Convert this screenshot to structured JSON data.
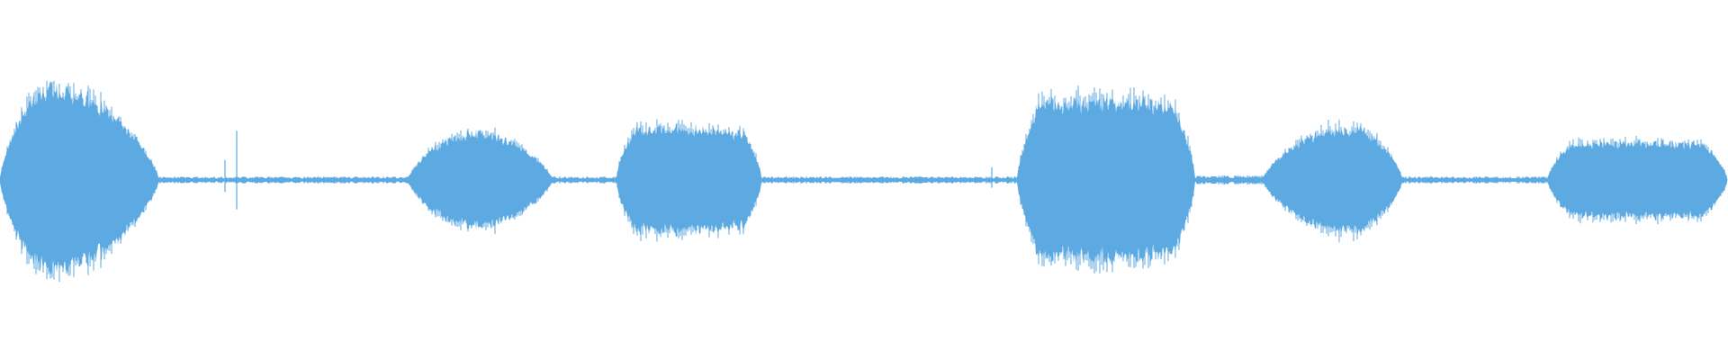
{
  "waveform": {
    "color": "#5daae3",
    "background": "#ffffff",
    "amplitude_range": [
      -1,
      1
    ],
    "duration_fraction_range": [
      0,
      1
    ],
    "segments": [
      {
        "kind": "burst",
        "start": 0.0,
        "end": 0.092,
        "peak_at": 0.03,
        "peak_amplitude": 0.86,
        "shape": "swell"
      },
      {
        "kind": "noise",
        "start": 0.092,
        "end": 0.236,
        "peak_amplitude": 0.03
      },
      {
        "kind": "burst",
        "start": 0.236,
        "end": 0.32,
        "peak_at": 0.275,
        "peak_amplitude": 0.44,
        "shape": "swell"
      },
      {
        "kind": "noise",
        "start": 0.32,
        "end": 0.357,
        "peak_amplitude": 0.03
      },
      {
        "kind": "burst",
        "start": 0.357,
        "end": 0.441,
        "peak_at": 0.39,
        "peak_amplitude": 0.5,
        "shape": "plateau"
      },
      {
        "kind": "noise",
        "start": 0.441,
        "end": 0.589,
        "peak_amplitude": 0.03
      },
      {
        "kind": "burst",
        "start": 0.589,
        "end": 0.692,
        "peak_at": 0.635,
        "peak_amplitude": 0.76,
        "shape": "plateau"
      },
      {
        "kind": "noise",
        "start": 0.692,
        "end": 0.731,
        "peak_amplitude": 0.04
      },
      {
        "kind": "burst",
        "start": 0.731,
        "end": 0.812,
        "peak_at": 0.781,
        "peak_amplitude": 0.5,
        "shape": "swell"
      },
      {
        "kind": "noise",
        "start": 0.812,
        "end": 0.896,
        "peak_amplitude": 0.03
      },
      {
        "kind": "burst",
        "start": 0.896,
        "end": 1.0,
        "peak_at": 0.95,
        "peak_amplitude": 0.36,
        "shape": "plateau"
      }
    ],
    "spikes": [
      {
        "at": 0.1305,
        "amplitude": 0.17
      },
      {
        "at": 0.137,
        "amplitude": 0.42
      },
      {
        "at": 0.574,
        "amplitude": 0.11
      }
    ]
  }
}
